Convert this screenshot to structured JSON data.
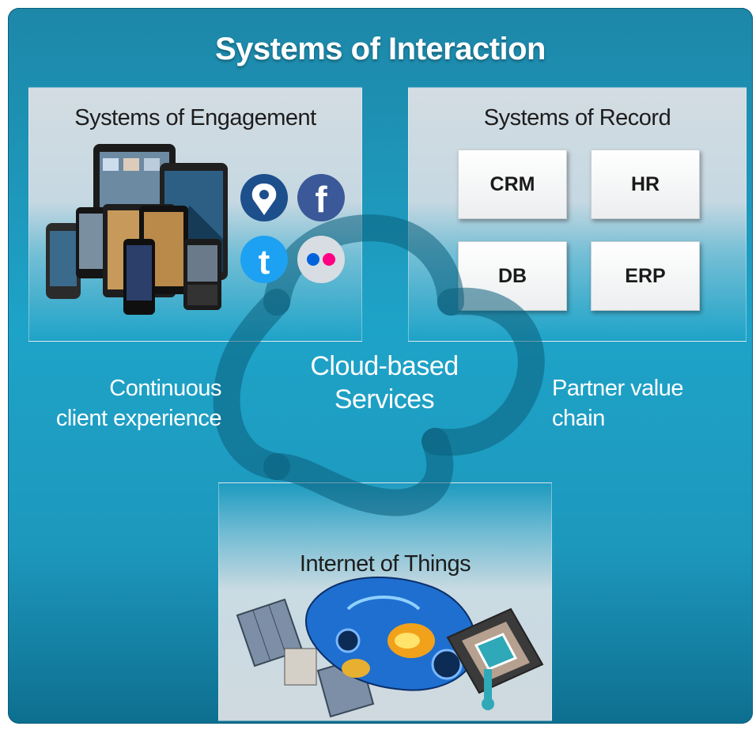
{
  "title": "Systems of Interaction",
  "engagement": {
    "label": "Systems of Engagement",
    "devices": [
      "tablet",
      "smartphone"
    ],
    "social_icons": [
      "location-pin-icon",
      "facebook-icon",
      "twitter-icon",
      "flickr-icon"
    ]
  },
  "record": {
    "label": "Systems of Record",
    "boxes": [
      "CRM",
      "HR",
      "DB",
      "ERP"
    ]
  },
  "cloud": {
    "line1": "Cloud-based",
    "line2": "Services"
  },
  "left_caption": {
    "line1": "Continuous",
    "line2": "client experience"
  },
  "right_caption": {
    "line1": "Partner value",
    "line2": "chain"
  },
  "iot": {
    "label": "Internet of Things",
    "images": [
      "satellite",
      "car",
      "microchip"
    ]
  },
  "colors": {
    "background": "#1ea3c8",
    "cloud_ring": "#0b5f7c",
    "facebook": "#3b5998",
    "twitter": "#1da1f2",
    "location": "#1d4f8c",
    "flickr_pink": "#ff0084",
    "flickr_blue": "#0063dc"
  }
}
